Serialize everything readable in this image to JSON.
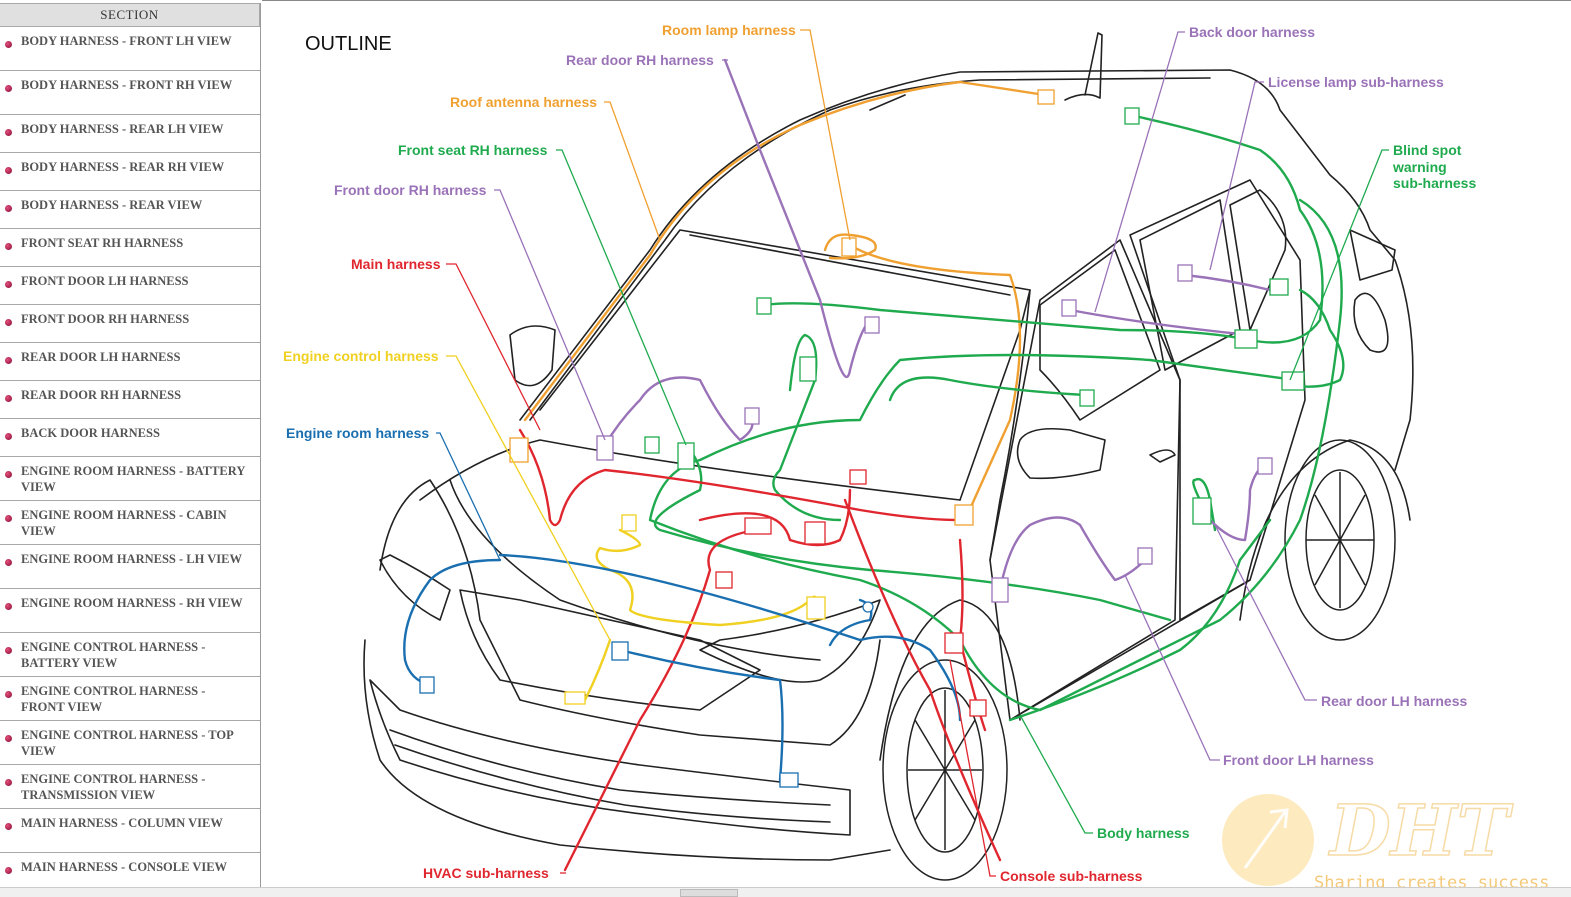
{
  "sidebar": {
    "header": "SECTION",
    "items": [
      {
        "label": "BODY HARNESS - FRONT LH VIEW",
        "lines": 2
      },
      {
        "label": "BODY HARNESS - FRONT RH VIEW",
        "lines": 2
      },
      {
        "label": "BODY HARNESS - REAR LH VIEW",
        "lines": 1
      },
      {
        "label": "BODY HARNESS - REAR RH VIEW",
        "lines": 1
      },
      {
        "label": "BODY HARNESS - REAR VIEW",
        "lines": 1
      },
      {
        "label": "FRONT SEAT RH HARNESS",
        "lines": 1
      },
      {
        "label": "FRONT DOOR LH HARNESS",
        "lines": 1
      },
      {
        "label": "FRONT DOOR RH HARNESS",
        "lines": 1
      },
      {
        "label": "REAR DOOR LH HARNESS",
        "lines": 1
      },
      {
        "label": "REAR DOOR RH HARNESS",
        "lines": 1
      },
      {
        "label": "BACK DOOR HARNESS",
        "lines": 1
      },
      {
        "label": "ENGINE ROOM HARNESS - BATTERY VIEW",
        "lines": 2
      },
      {
        "label": "ENGINE ROOM HARNESS - CABIN VIEW",
        "lines": 2
      },
      {
        "label": "ENGINE ROOM HARNESS - LH VIEW",
        "lines": 2
      },
      {
        "label": "ENGINE ROOM HARNESS - RH VIEW",
        "lines": 2
      },
      {
        "label": "ENGINE CONTROL HARNESS - BATTERY VIEW",
        "lines": 2
      },
      {
        "label": "ENGINE CONTROL HARNESS - FRONT VIEW",
        "lines": 2
      },
      {
        "label": "ENGINE CONTROL HARNESS - TOP VIEW",
        "lines": 2
      },
      {
        "label": "ENGINE CONTROL HARNESS - TRANSMISSION VIEW",
        "lines": 2
      },
      {
        "label": "MAIN HARNESS - COLUMN VIEW",
        "lines": 2
      },
      {
        "label": "MAIN HARNESS - CONSOLE VIEW",
        "lines": 2
      }
    ]
  },
  "diagram": {
    "title": "OUTLINE",
    "colors": {
      "orange": "#f0a030",
      "purple": "#9a72b8",
      "green": "#1faa4e",
      "red": "#e0262e",
      "yellow": "#f0d020",
      "blue": "#1a6fb0",
      "body": "#222222"
    },
    "labels": {
      "room_lamp": "Room lamp harness",
      "rear_door_rh": "Rear door RH harness",
      "roof_antenna": "Roof antenna harness",
      "front_seat_rh": "Front seat RH harness",
      "front_door_rh": "Front door RH harness",
      "main": "Main harness",
      "engine_control": "Engine control harness",
      "engine_room": "Engine room harness",
      "back_door": "Back door harness",
      "license_lamp": "License lamp sub-harness",
      "blind_spot_1": "Blind spot",
      "blind_spot_2": "warning",
      "blind_spot_3": "sub-harness",
      "rear_door_lh": "Rear door LH harness",
      "front_door_lh": "Front door LH harness",
      "body": "Body harness",
      "console_sub": "Console sub-harness",
      "hvac_sub": "HVAC sub-harness"
    },
    "watermark": {
      "logo": "DHT",
      "slogan": "Sharing creates success"
    }
  }
}
